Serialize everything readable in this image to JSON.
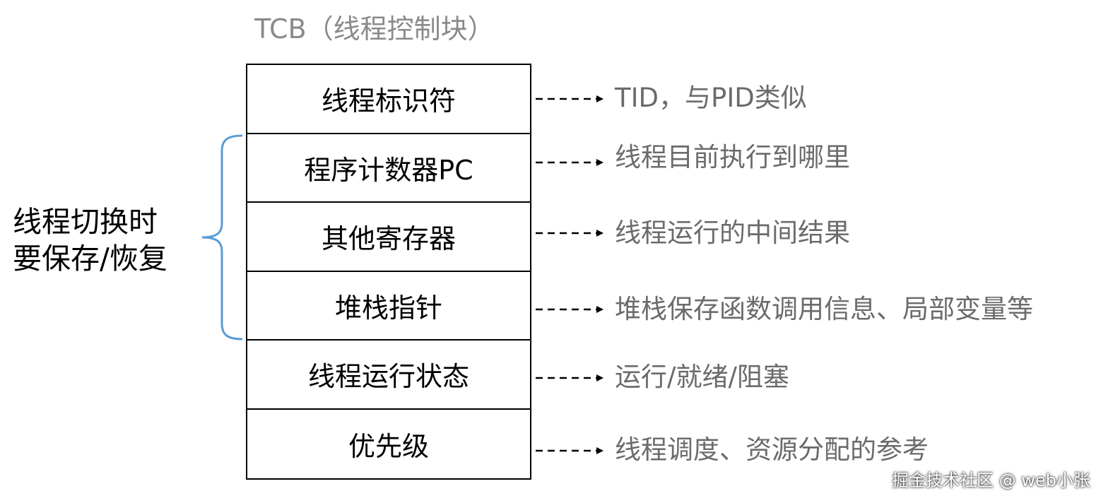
{
  "title": "TCB（线程控制块）",
  "rows": [
    {
      "field": "线程标识符",
      "description": "TID，与PID类似"
    },
    {
      "field": "程序计数器PC",
      "description": "线程目前执行到哪里"
    },
    {
      "field": "其他寄存器",
      "description": "线程运行的中间结果"
    },
    {
      "field": "堆栈指针",
      "description": "堆栈保存函数调用信息、局部变量等"
    },
    {
      "field": "线程运行状态",
      "description": "运行/就绪/阻塞"
    },
    {
      "field": "优先级",
      "description": "线程调度、资源分配的参考"
    }
  ],
  "group": {
    "line1": "线程切换时",
    "line2": "要保存/恢复",
    "brace_color": "#5b9bd5"
  },
  "watermark": "掘金技术社区 @ web小张",
  "colors": {
    "description_text": "#6b6b6b",
    "title_text": "#8a8a8a",
    "border": "#000000"
  }
}
